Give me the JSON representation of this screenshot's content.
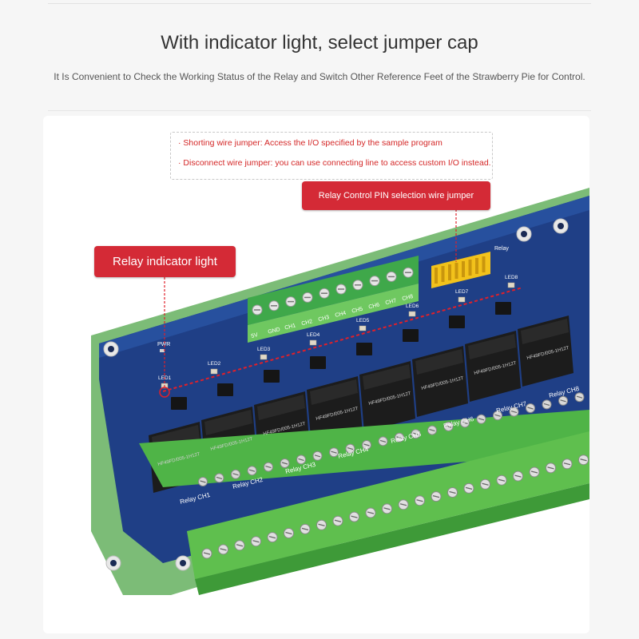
{
  "header": {
    "title": "With indicator light, select jumper cap",
    "subtitle": "It Is Convenient to Check the Working Status of the Relay and Switch Other Reference Feet of the Strawberry Pie for Control."
  },
  "annotations": {
    "note_line_1": "· Shorting wire jumper: Access the I/O specified by the sample program",
    "note_line_2": "· Disconnect wire jumper: you can use connecting line to access custom I/O instead.",
    "jumper_callout": "Relay Control PIN selection wire jumper",
    "indicator_callout": "Relay indicator light"
  },
  "board": {
    "relay_labels": [
      "Relay CH1",
      "Relay CH2",
      "Relay CH3",
      "Relay CH4",
      "Relay CH5",
      "Relay CH6",
      "Relay CH7",
      "Relay CH8"
    ],
    "led_labels": [
      "LED1",
      "LED2",
      "LED3",
      "LED4",
      "LED5",
      "LED6",
      "LED7",
      "LED8"
    ],
    "power_led_label": "PWR",
    "jumper_label": "Relay",
    "input_header_labels": [
      "5V",
      "GND",
      "CH1",
      "CH2",
      "CH3",
      "CH4",
      "CH5",
      "CH6",
      "CH7",
      "CH8"
    ],
    "relay_model_text": "HF49FD/005-1H12T"
  },
  "colors": {
    "pcb_blue": "#1f3f86",
    "din_rail_green": "#79ba75",
    "terminal_green": "#5fbf4e",
    "relay_black": "#1c1c1c",
    "jumper_yellow": "#f2c21b",
    "callout_red": "#d42a36"
  }
}
